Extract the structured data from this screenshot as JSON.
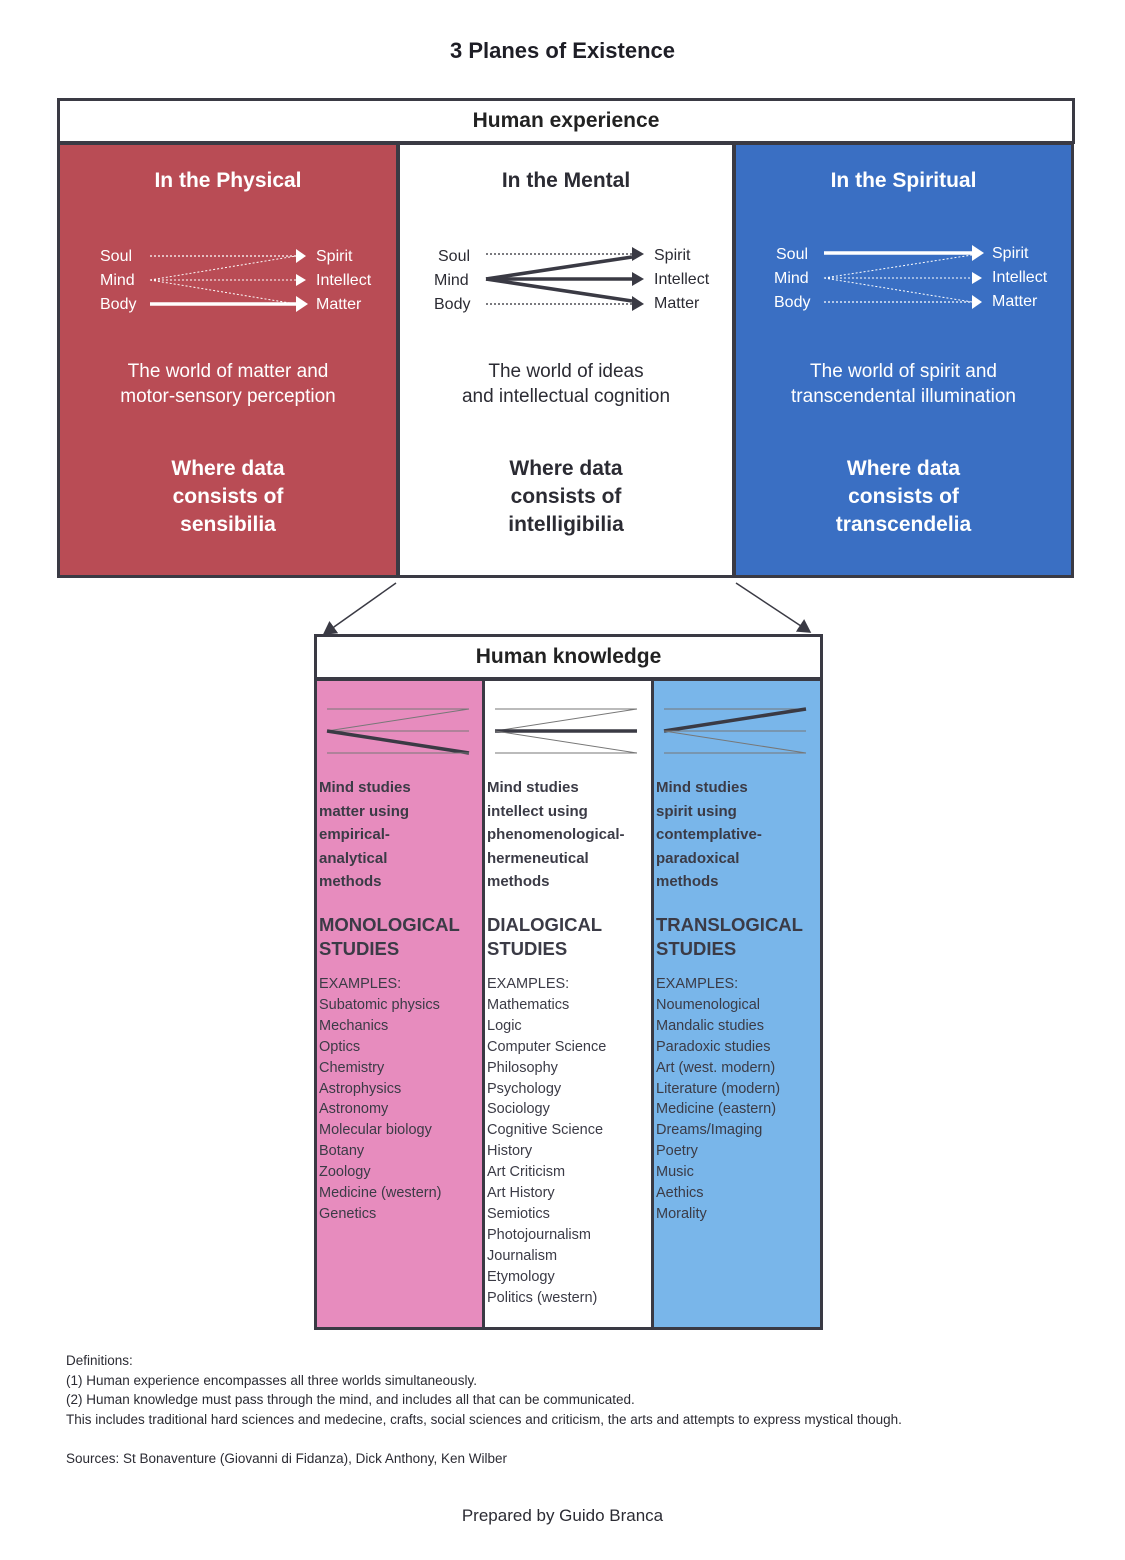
{
  "title": "3 Planes of Existence",
  "experience": {
    "header": "Human experience",
    "columns": [
      {
        "title": "In the Physical",
        "left_labels": [
          "Soul",
          "Mind",
          "Body"
        ],
        "right_labels": [
          "Spirit",
          "Intellect",
          "Matter"
        ],
        "emphasis": "Matter",
        "description": [
          "The world of matter and",
          "motor-sensory perception"
        ],
        "data": [
          "Where data",
          "consists of",
          "sensibilia"
        ],
        "color": "#b94c55"
      },
      {
        "title": "In the Mental",
        "left_labels": [
          "Soul",
          "Mind",
          "Body"
        ],
        "right_labels": [
          "Spirit",
          "Intellect",
          "Matter"
        ],
        "emphasis": "Intellect",
        "description": [
          "The world of ideas",
          "and intellectual cognition"
        ],
        "data": [
          "Where data",
          "consists of",
          "intelligibilia"
        ],
        "color": "#ffffff"
      },
      {
        "title": "In the Spiritual",
        "left_labels": [
          "Soul",
          "Mind",
          "Body"
        ],
        "right_labels": [
          "Spirit",
          "Intellect",
          "Matter"
        ],
        "emphasis": "Spirit",
        "description": [
          "The world of spirit and",
          "transcendental illumination"
        ],
        "data": [
          "Where data",
          "consists of",
          "transcendelia"
        ],
        "color": "#3a6fc3"
      }
    ]
  },
  "knowledge": {
    "header": "Human knowledge",
    "columns": [
      {
        "method": [
          "Mind studies",
          "matter using",
          "empirical-",
          "analytical",
          "methods"
        ],
        "study": [
          "MONOLOGICAL",
          "STUDIES"
        ],
        "examples_label": "EXAMPLES:",
        "examples": [
          "Subatomic physics",
          "Mechanics",
          "Optics",
          "Chemistry",
          "Astrophysics",
          "Astronomy",
          "Molecular biology",
          "Botany",
          "Zoology",
          "Medicine (western)",
          "Genetics"
        ],
        "color": "#e78cbe"
      },
      {
        "method": [
          "Mind studies",
          "intellect using",
          "phenomenological-",
          "hermeneutical",
          "methods"
        ],
        "study": [
          "DIALOGICAL",
          "STUDIES"
        ],
        "examples_label": "EXAMPLES:",
        "examples": [
          "Mathematics",
          "Logic",
          "Computer Science",
          "Philosophy",
          "Psychology",
          "Sociology",
          "Cognitive Science",
          "History",
          "Art Criticism",
          "Art History",
          "Semiotics",
          "Photojournalism",
          "Journalism",
          "Etymology",
          "Politics (western)"
        ],
        "color": "#ffffff"
      },
      {
        "method": [
          "Mind studies",
          "spirit using",
          "contemplative-",
          "paradoxical",
          "methods"
        ],
        "study": [
          "TRANSLOGICAL",
          "STUDIES"
        ],
        "examples_label": "EXAMPLES:",
        "examples": [
          "Noumenological",
          "Mandalic studies",
          "Paradoxic studies",
          "Art (west. modern)",
          "Literature (modern)",
          "Medicine (eastern)",
          "Dreams/Imaging",
          "Poetry",
          "Music",
          "Aethics",
          "Morality"
        ],
        "color": "#79b6ea"
      }
    ]
  },
  "definitions": [
    "Definitions:",
    "(1) Human experience encompasses all three worlds simultaneously.",
    "(2) Human knowledge must pass through the mind, and includes all that can be communicated.",
    "This includes traditional hard sciences and medecine, crafts, social sciences and criticism, the arts and attempts to express mystical though."
  ],
  "sources": "Sources: St Bonaventure (Giovanni di Fidanza), Dick Anthony, Ken Wilber",
  "prepared": "Prepared by Guido Branca"
}
